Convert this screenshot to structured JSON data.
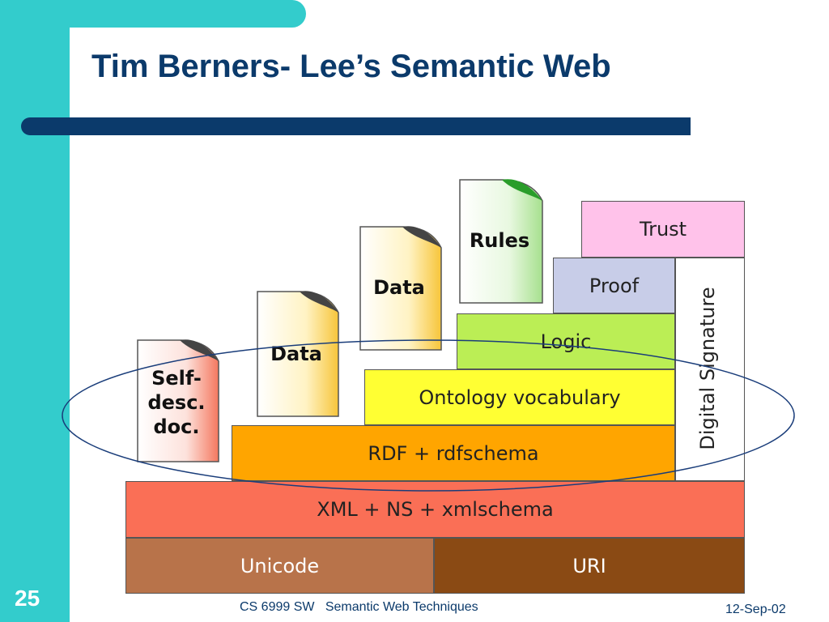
{
  "slide": {
    "title": "Tim Berners- Lee’s Semantic Web",
    "number": "25",
    "footer_course": "CS 6999 SW   Semantic Web Techniques",
    "footer_date": "12-Sep-02"
  },
  "layers": {
    "unicode": "Unicode",
    "uri": "URI",
    "xml": "XML + NS + xmlschema",
    "rdf": "RDF + rdfschema",
    "ontology": "Ontology vocabulary",
    "logic": "Logic",
    "proof": "Proof",
    "trust": "Trust",
    "signature": "Digital Signature"
  },
  "documents": {
    "self_desc": [
      "Self-",
      "desc.",
      "doc."
    ],
    "data_1": "Data",
    "data_2": "Data",
    "rules": "Rules"
  },
  "colors": {
    "sidebar": "#33cccc",
    "title": "#0b3a6b",
    "unicode": "#b8734a",
    "uri": "#8a4a14",
    "xml": "#fa6f56",
    "rdf": "#ffa500",
    "ontology": "#ffff33",
    "logic": "#bbee55",
    "proof": "#c8cde8",
    "trust": "#ffc2ea",
    "signature": "#ffffff"
  }
}
